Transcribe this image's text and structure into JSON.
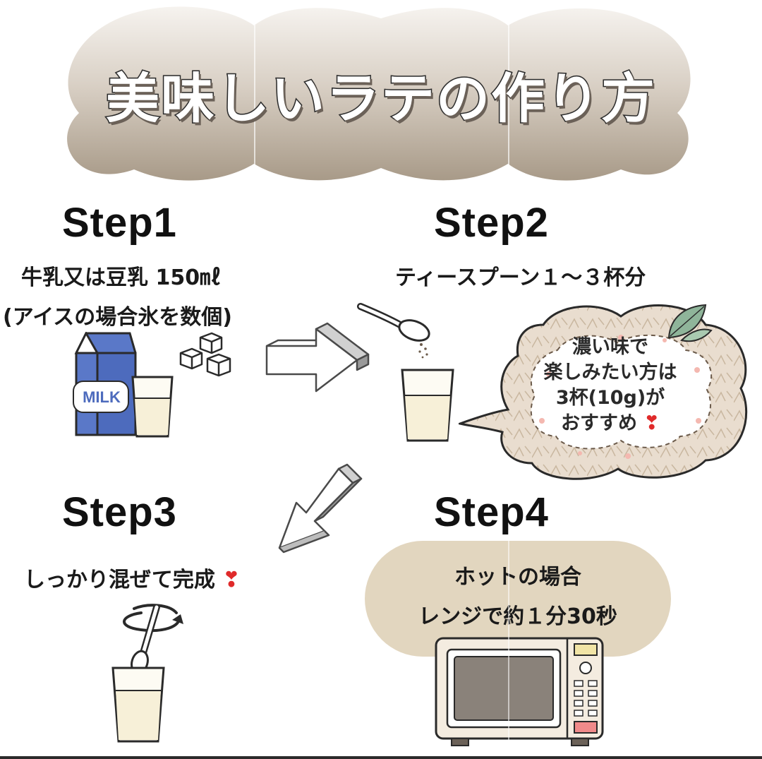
{
  "header": {
    "title": "美味しいラテの作り方"
  },
  "steps": [
    {
      "title": "Step1",
      "lines": [
        "牛乳又は豆乳 150㎖",
        "(アイスの場合氷を数個)"
      ]
    },
    {
      "title": "Step2",
      "lines": [
        "ティースプーン１〜３杯分"
      ]
    },
    {
      "title": "Step3",
      "lines": [
        "しっかり混ぜて完成"
      ]
    },
    {
      "title": "Step4",
      "lines": [
        "ホットの場合",
        "レンジで約１分30秒"
      ]
    }
  ],
  "milk_carton": {
    "label": "MILK"
  },
  "bubble": {
    "lines": [
      "濃い味で",
      "楽しみたい方は",
      "3杯(10g)が",
      "おすすめ"
    ]
  },
  "icons": {
    "heart": "❣",
    "names": [
      "milk-carton-icon",
      "ice-cubes-icon",
      "glass-of-milk-icon",
      "spoon-icon",
      "microwave-icon",
      "arrow-right-icon",
      "arrow-down-left-icon",
      "leaf-icon",
      "stir-arrow-icon"
    ]
  },
  "colors": {
    "banner": "#b5a898",
    "banner_light": "#f2efea",
    "pill": "#e2d6bf",
    "bubble_fill": "#e9ddcf",
    "bubble_center": "#ffffff",
    "heart": "#e02a2a",
    "carton_blue": "#5a78c8",
    "leaf": "#8fb59a"
  }
}
